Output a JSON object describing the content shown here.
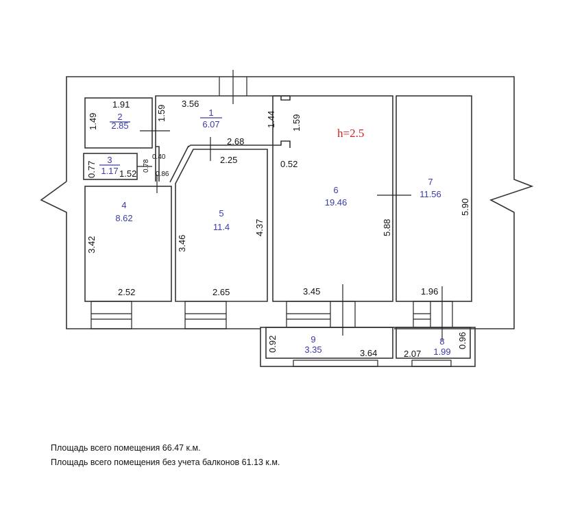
{
  "height_label": "h=2.5",
  "rooms": [
    {
      "id": "1",
      "area": "6.07"
    },
    {
      "id": "2",
      "area": "2.85"
    },
    {
      "id": "3",
      "area": "1.17"
    },
    {
      "id": "4",
      "area": "8.62"
    },
    {
      "id": "5",
      "area": "11.4"
    },
    {
      "id": "6",
      "area": "19.46"
    },
    {
      "id": "7",
      "area": "11.56"
    },
    {
      "id": "8",
      "area": "1.99"
    },
    {
      "id": "9",
      "area": "3.35"
    }
  ],
  "dims": [
    "1.91",
    "1.49",
    "1.59",
    "3.56",
    "1.44",
    "1.59",
    "2.68",
    "2.25",
    "0.52",
    "0.40",
    "0.78",
    "0.77",
    "1.52",
    "0.86",
    "3.42",
    "2.52",
    "3.46",
    "4.37",
    "2.65",
    "5.88",
    "3.45",
    "5.90",
    "1.96",
    "0.92",
    "3.64",
    "2.07",
    "0.96"
  ],
  "notes": [
    "Площадь всего помещения 66.47 к.м.",
    "Площадь всего помещения без учета балконов 61.13 к.м."
  ]
}
